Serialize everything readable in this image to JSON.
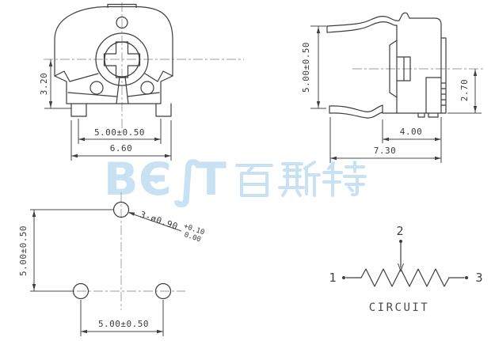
{
  "watermark": {
    "text": "BEST",
    "letters": [
      "B",
      "Є",
      "∫",
      "T"
    ],
    "diamond": "◆",
    "cjk": "百斯特",
    "color": "#c8e2f4"
  },
  "front_view": {
    "dim_height": "3.20",
    "dim_lead_spacing": "5.00±0.50",
    "dim_width": "6.60"
  },
  "side_view": {
    "dim_lead_spacing": "5.00±0.50",
    "dim_height": "2.70",
    "dim_body": "4.00",
    "dim_total": "7.30"
  },
  "footprint_view": {
    "dim_vertical": "5.00±0.50",
    "dim_horizontal": "5.00±0.50",
    "hole_callout": "3-ø0.90",
    "tol_upper": "+0.10",
    "tol_lower": "0.00"
  },
  "circuit": {
    "terminal_left": "1",
    "terminal_top": "2",
    "terminal_right": "3",
    "caption": "CIRCUIT"
  },
  "colors": {
    "line": "#3d3d3d",
    "dimension": "#4a4a4a",
    "centerline": "#9b9b9b",
    "watermark": "#c8e2f4"
  }
}
